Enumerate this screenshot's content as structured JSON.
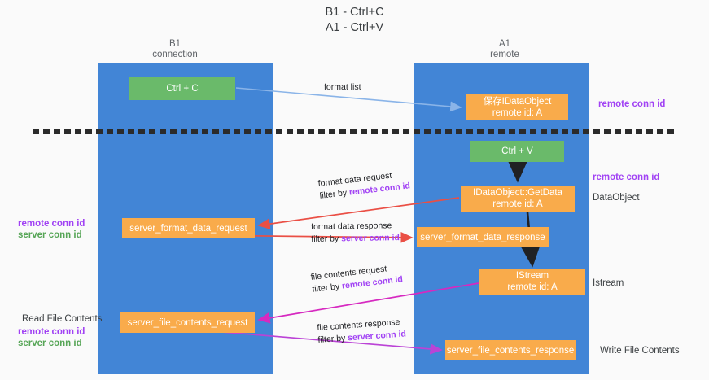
{
  "title": "B1 - Ctrl+C\nA1 - Ctrl+V",
  "columns": {
    "left": {
      "name": "B1",
      "role": "connection",
      "label": "B1\nconnection"
    },
    "right": {
      "name": "A1",
      "role": "remote",
      "label": "A1\nremote"
    }
  },
  "nodes": {
    "ctrl_c": {
      "label": "Ctrl + C",
      "color": "#6aba6a"
    },
    "idataobject": {
      "label": "保存IDataObject\nremote id: A",
      "color": "#f9ab4b"
    },
    "ctrl_v": {
      "label": "Ctrl + V",
      "color": "#6aba6a"
    },
    "getdata": {
      "label": "IDataObject::GetData\nremote id: A",
      "color": "#f9ab4b"
    },
    "server_format_data_request": {
      "label": "server_format_data_request",
      "color": "#f9ab4b"
    },
    "server_format_data_response": {
      "label": "server_format_data_response",
      "color": "#f9ab4b"
    },
    "istream": {
      "label": "IStream\nremote id: A",
      "color": "#f9ab4b"
    },
    "server_file_contents_request": {
      "label": "server_file_contents_request",
      "color": "#f9ab4b"
    },
    "server_file_contents_response": {
      "label": "server_file_contents_response",
      "color": "#f9ab4b"
    }
  },
  "edges": {
    "format_list": {
      "label": "format list",
      "color": "#8ab4e8"
    },
    "format_data_request": {
      "line1": "format data request",
      "line2_prefix": "filter by ",
      "line2_key": "remote conn id",
      "color": "#ea4f45"
    },
    "format_data_response": {
      "line1": "format data response",
      "line2_prefix": "filter by ",
      "line2_key": "server conn id",
      "color": "#ea4f45"
    },
    "file_contents_request": {
      "line1": "file contents request",
      "line2_prefix": "filter by ",
      "line2_key": "remote conn id",
      "color": "#d629c0"
    },
    "file_contents_response": {
      "line1": "file contents response",
      "line2_prefix": "filter by ",
      "line2_key": "server conn id",
      "color": "#bb43d6"
    }
  },
  "annotations": {
    "right_1": {
      "text": "remote conn id",
      "color": "#a142f4"
    },
    "right_2": {
      "text": "remote conn id",
      "color": "#a142f4"
    },
    "right_3": {
      "text": "DataObject",
      "color": "#3c4043"
    },
    "right_4": {
      "text": "Istream",
      "color": "#3c4043"
    },
    "right_5": {
      "text": "Write File Contents",
      "color": "#3c4043"
    },
    "left_1_a": {
      "text": "remote conn id",
      "color": "#a142f4"
    },
    "left_1_b": {
      "text": "server conn id",
      "color": "#56a556"
    },
    "left_2": {
      "text": "Read File Contents",
      "color": "#3c4043"
    },
    "left_3_a": {
      "text": "remote conn id",
      "color": "#a142f4"
    },
    "left_3_b": {
      "text": "server conn id",
      "color": "#56a556"
    }
  },
  "colors": {
    "lane": "#4285d6",
    "node_green": "#6aba6a",
    "node_orange": "#f9ab4b",
    "divider": "#2b2b2b",
    "background": "#fafafa",
    "accent_purple": "#a142f4",
    "accent_green": "#56a556",
    "arrow_red": "#ea4f45",
    "arrow_magenta": "#d629c0",
    "arrow_blue": "#8ab4e8",
    "arrow_black": "#202124"
  }
}
